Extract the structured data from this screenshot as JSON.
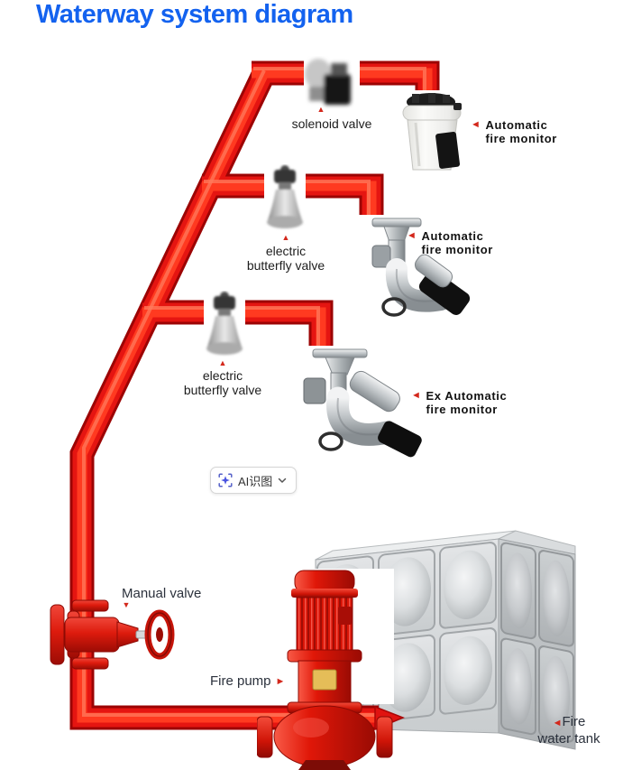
{
  "title": "Waterway system diagram",
  "ai_button": {
    "label": "AI识图",
    "icon": "ai-scan-icon",
    "chevron_icon": "chevron-down-icon"
  },
  "markers": {
    "up": "▲",
    "down": "▼",
    "left": "◄",
    "right": "►"
  },
  "labels": {
    "solenoid_valve": "solenoid valve",
    "electric_butterfly_valve_upper": {
      "line1": "electric",
      "line2": "butterfly valve"
    },
    "electric_butterfly_valve_lower": {
      "line1": "electric",
      "line2": "butterfly valve"
    },
    "automatic_fire_monitor_top": {
      "line1": "Automatic",
      "line2": "fire monitor"
    },
    "automatic_fire_monitor_middle": {
      "line1": "Automatic",
      "line2": "fire monitor"
    },
    "ex_automatic_fire_monitor": {
      "line1": "Ex Automatic",
      "line2": "fire monitor"
    },
    "manual_valve": "Manual valve",
    "fire_pump": "Fire pump",
    "fire_water_tank": {
      "line1": "Fire",
      "line2": "water tank"
    }
  },
  "colors": {
    "title_blue": "#1362ef",
    "pipe_edge": "#9c0404",
    "pipe_mid": "#e51511",
    "pipe_core": "#ff3a20",
    "pipe_sheen": "#ff7b5c",
    "marker_red": "#d3281c",
    "label_dark": "#1d1d1d",
    "label_bold": "#121212",
    "label_soft": "#2b313c",
    "pump_red": "#e01708",
    "tank_gray": "#ced1d3",
    "ai_icon_blue": "#4a54e0"
  }
}
